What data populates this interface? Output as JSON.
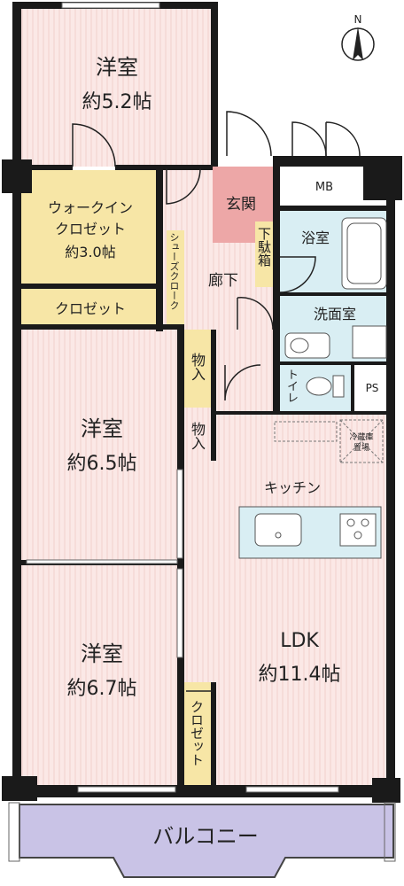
{
  "compass": {
    "label": "N"
  },
  "rooms": {
    "bedroom1": {
      "name": "洋室",
      "size": "約5.2帖"
    },
    "wic": {
      "line1": "ウォークイン",
      "line2": "クロゼット",
      "size": "約3.0帖"
    },
    "closet1": {
      "name": "クロゼット"
    },
    "shoe_cloak": {
      "name": "シューズクローク"
    },
    "bedroom2": {
      "name": "洋室",
      "size": "約6.5帖"
    },
    "bedroom3": {
      "name": "洋室",
      "size": "約6.7帖"
    },
    "storage1": {
      "name": "物入"
    },
    "storage2": {
      "name": "物入"
    },
    "closet2": {
      "name": "クロゼット"
    },
    "entrance": {
      "name": "玄関"
    },
    "shoe_box": {
      "name": "下駄箱"
    },
    "mb": {
      "name": "MB"
    },
    "bath": {
      "name": "浴室"
    },
    "hallway": {
      "name": "廊下"
    },
    "washroom": {
      "name": "洗面室"
    },
    "toilet": {
      "name": "トイレ"
    },
    "ps": {
      "name": "PS"
    },
    "fridge": {
      "line1": "冷蔵庫",
      "line2": "置場"
    },
    "kitchen": {
      "name": "キッチン"
    },
    "ldk": {
      "name": "LDK",
      "size": "約11.4帖"
    },
    "balcony": {
      "name": "バルコニー"
    }
  },
  "colors": {
    "room_floor": "#fbe8e6",
    "stripe": "#f1cfcc",
    "closet_yellow": "#f7e6a6",
    "wet_blue": "#d9eef3",
    "entrance_red": "#eda7a7",
    "balcony_purple": "#c9c3e6",
    "wall": "#1a1a1a"
  }
}
